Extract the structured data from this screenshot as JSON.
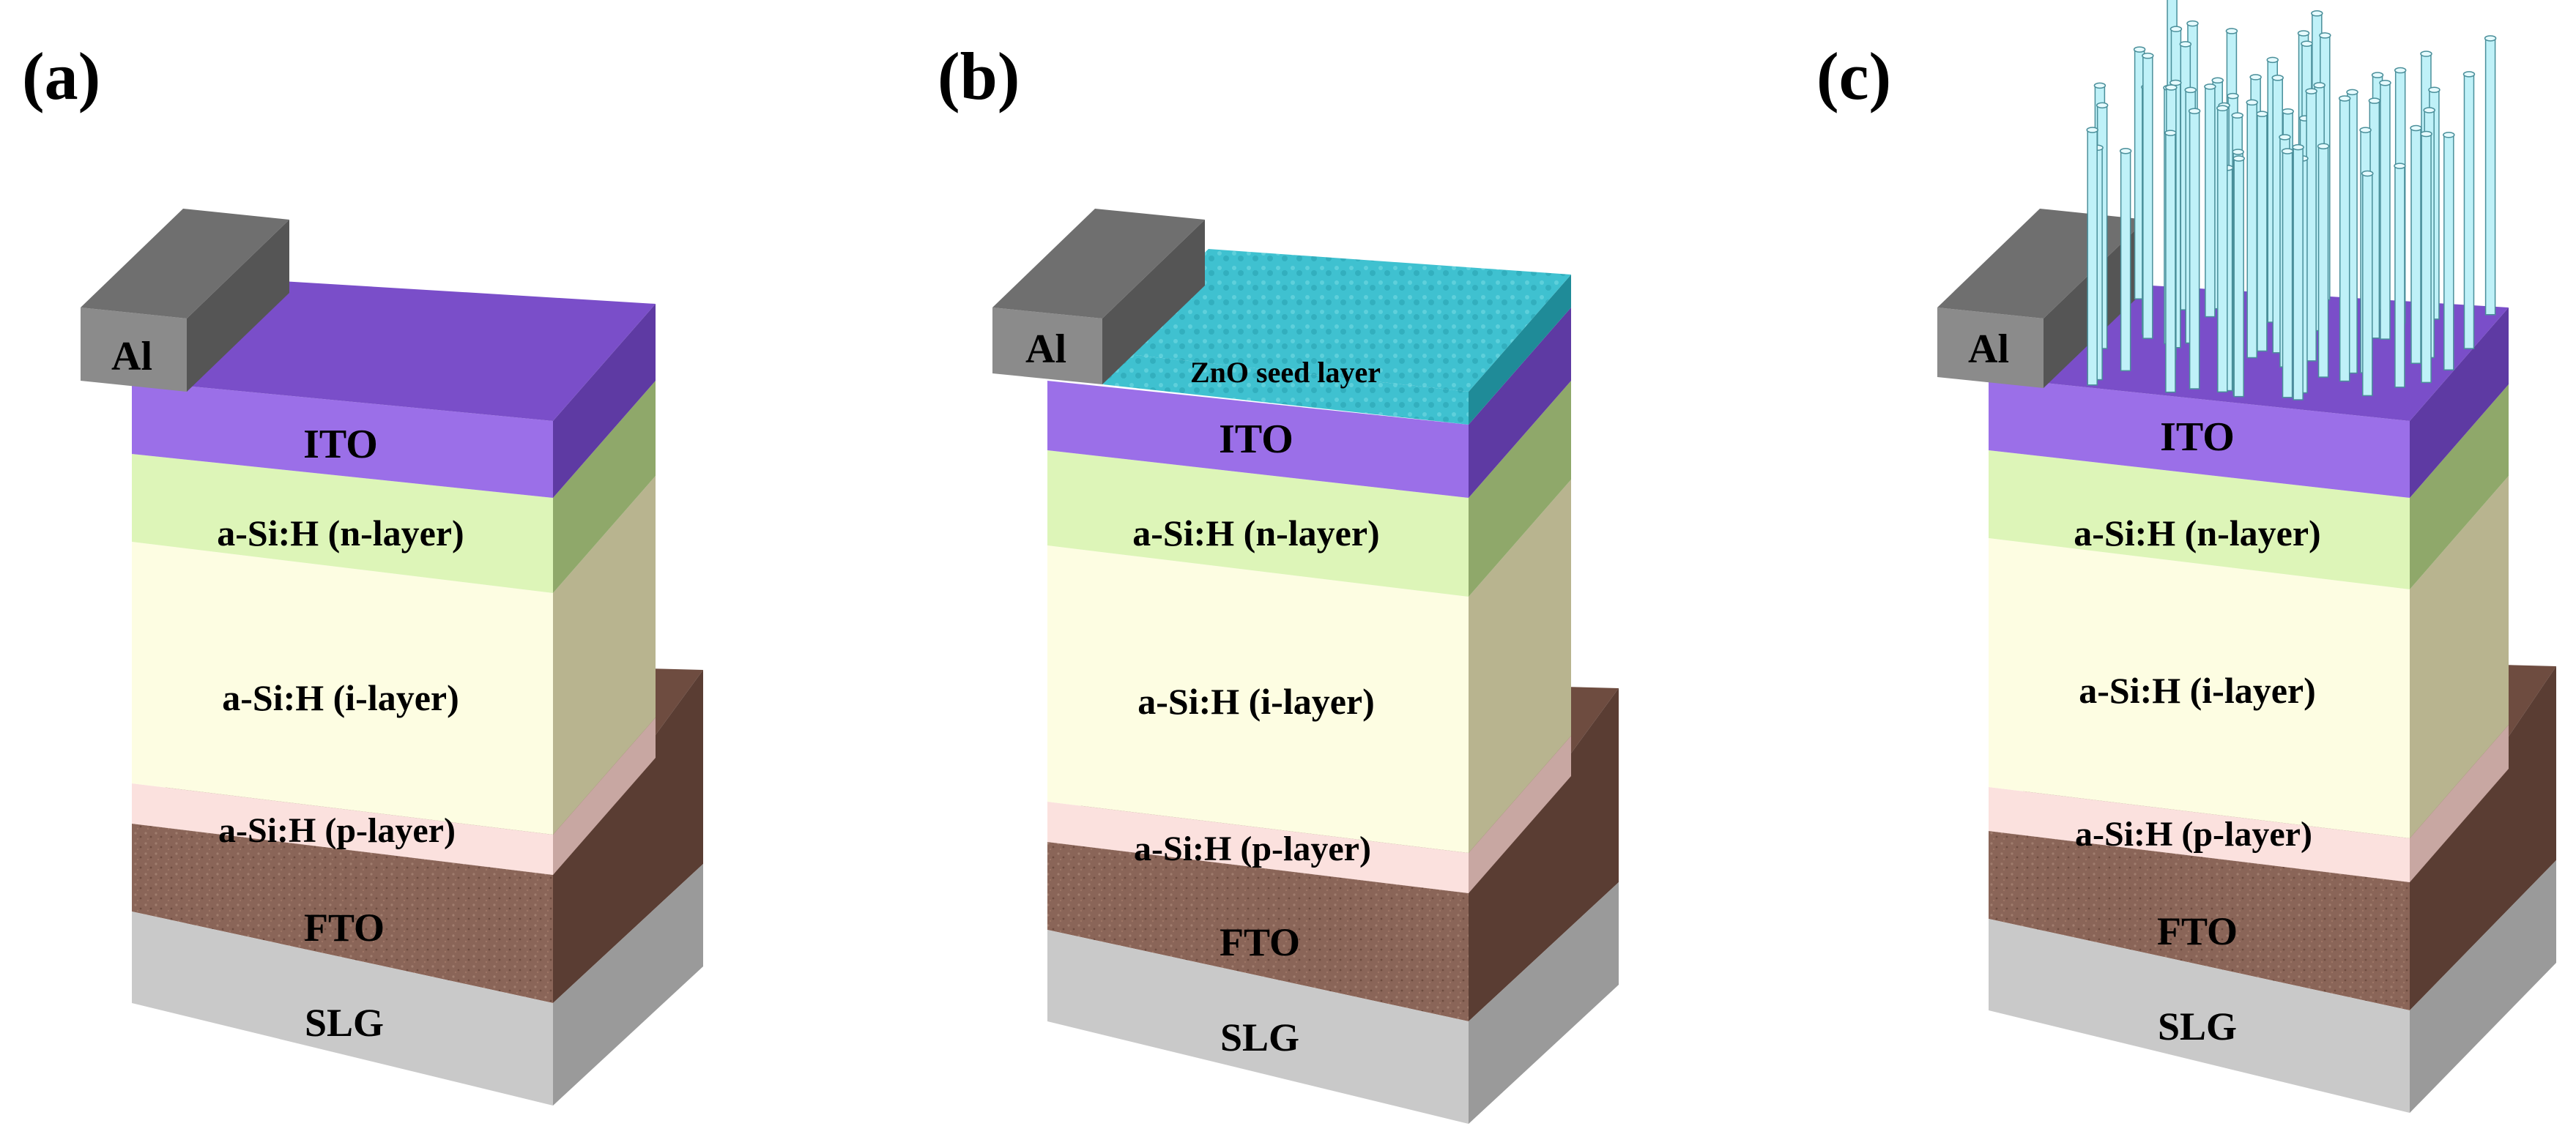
{
  "panels": [
    {
      "panel_label": "(a)",
      "layers": {
        "al": "Al",
        "ito": "ITO",
        "n_layer": "a-Si:H (n-layer)",
        "i_layer": "a-Si:H (i-layer)",
        "p_layer": "a-Si:H (p-layer)",
        "fto": "FTO",
        "slg": "SLG"
      }
    },
    {
      "panel_label": "(b)",
      "layers": {
        "al": "Al",
        "zno": "ZnO seed layer",
        "ito": "ITO",
        "n_layer": "a-Si:H (n-layer)",
        "i_layer": "a-Si:H (i-layer)",
        "p_layer": "a-Si:H (p-layer)",
        "fto": "FTO",
        "slg": "SLG"
      }
    },
    {
      "panel_label": "(c)",
      "layers": {
        "al": "Al",
        "ito": "ITO",
        "n_layer": "a-Si:H (n-layer)",
        "i_layer": "a-Si:H (i-layer)",
        "p_layer": "a-Si:H (p-layer)",
        "fto": "FTO",
        "slg": "SLG"
      }
    }
  ],
  "colors": {
    "ito_front": "#9b6fe8",
    "ito_top": "#7a4ec9",
    "ito_side": "#5e3aa3",
    "n_front": "#ddf5b8",
    "n_side": "#8fa86a",
    "i_front": "#fdfde2",
    "i_side": "#b8b48f",
    "p_front": "#fbe1de",
    "p_side": "#c8a7a2",
    "fto_front": "#8a6558",
    "fto_side": "#6b4b40",
    "slg_front": "#c9c9c9",
    "slg_side": "#9a9a9a",
    "al_front": "#8b8b8b",
    "al_top": "#6f6f6f",
    "al_side": "#555555",
    "zno_front": "#3fc1d0",
    "zno_top": "#2fa9b8",
    "nanorod": "#bff1f8"
  }
}
